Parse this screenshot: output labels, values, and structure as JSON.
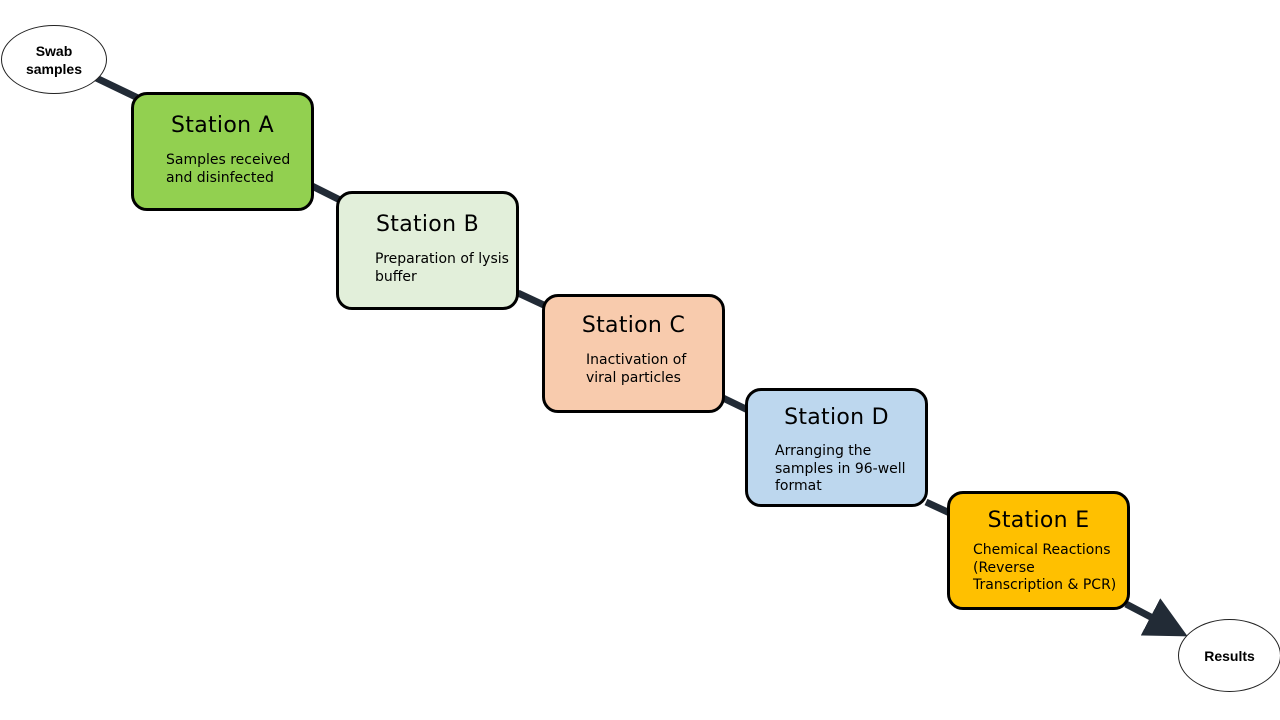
{
  "colors": {
    "connector": "#222b36",
    "station_a": "#92d050",
    "station_b": "#e2efda",
    "station_c": "#f8cbad",
    "station_d": "#bdd7ee",
    "station_e": "#ffc000"
  },
  "start": {
    "label": "Swab samples"
  },
  "end": {
    "label": "Results"
  },
  "stations": [
    {
      "title": "Station A",
      "description": "Samples received and disinfected"
    },
    {
      "title": "Station B",
      "description": "Preparation of lysis buffer"
    },
    {
      "title": "Station C",
      "description": "Inactivation of viral particles"
    },
    {
      "title": "Station D",
      "description": "Arranging the samples in 96-well format"
    },
    {
      "title": "Station E",
      "description": "Chemical Reactions (Reverse Transcription & PCR)"
    }
  ]
}
